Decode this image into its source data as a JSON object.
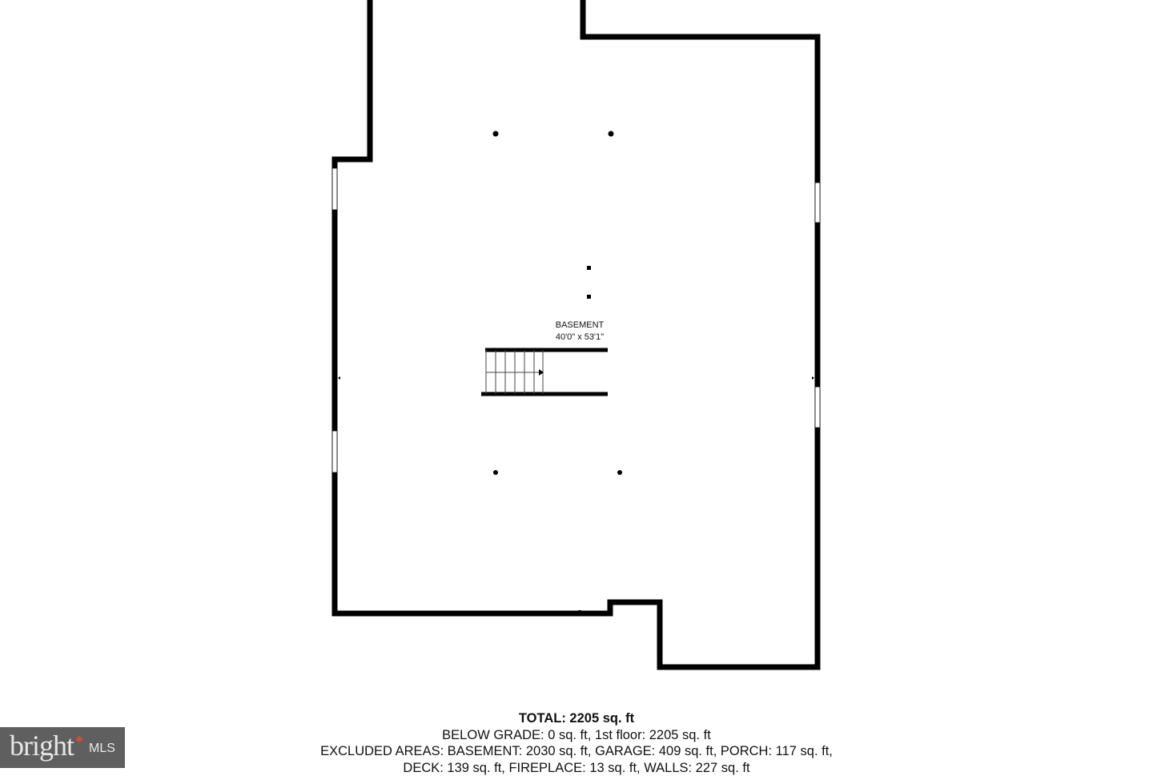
{
  "floorplan": {
    "room": {
      "name": "BASEMENT",
      "dimensions": "40'0\" x 53'1\""
    }
  },
  "summary": {
    "total": "TOTAL: 2205 sq. ft",
    "line1": "BELOW GRADE: 0 sq. ft, 1st floor: 2205 sq. ft",
    "line2": "EXCLUDED AREAS: BASEMENT: 2030 sq. ft, GARAGE: 409 sq. ft, PORCH: 117 sq. ft,",
    "line3": "DECK: 139 sq. ft, FIREPLACE: 13 sq. ft, WALLS: 227 sq. ft"
  },
  "logo": {
    "brand": "bright",
    "suffix": "MLS",
    "bg_color": "#5f5f5f",
    "accent_color": "#e4472e"
  }
}
